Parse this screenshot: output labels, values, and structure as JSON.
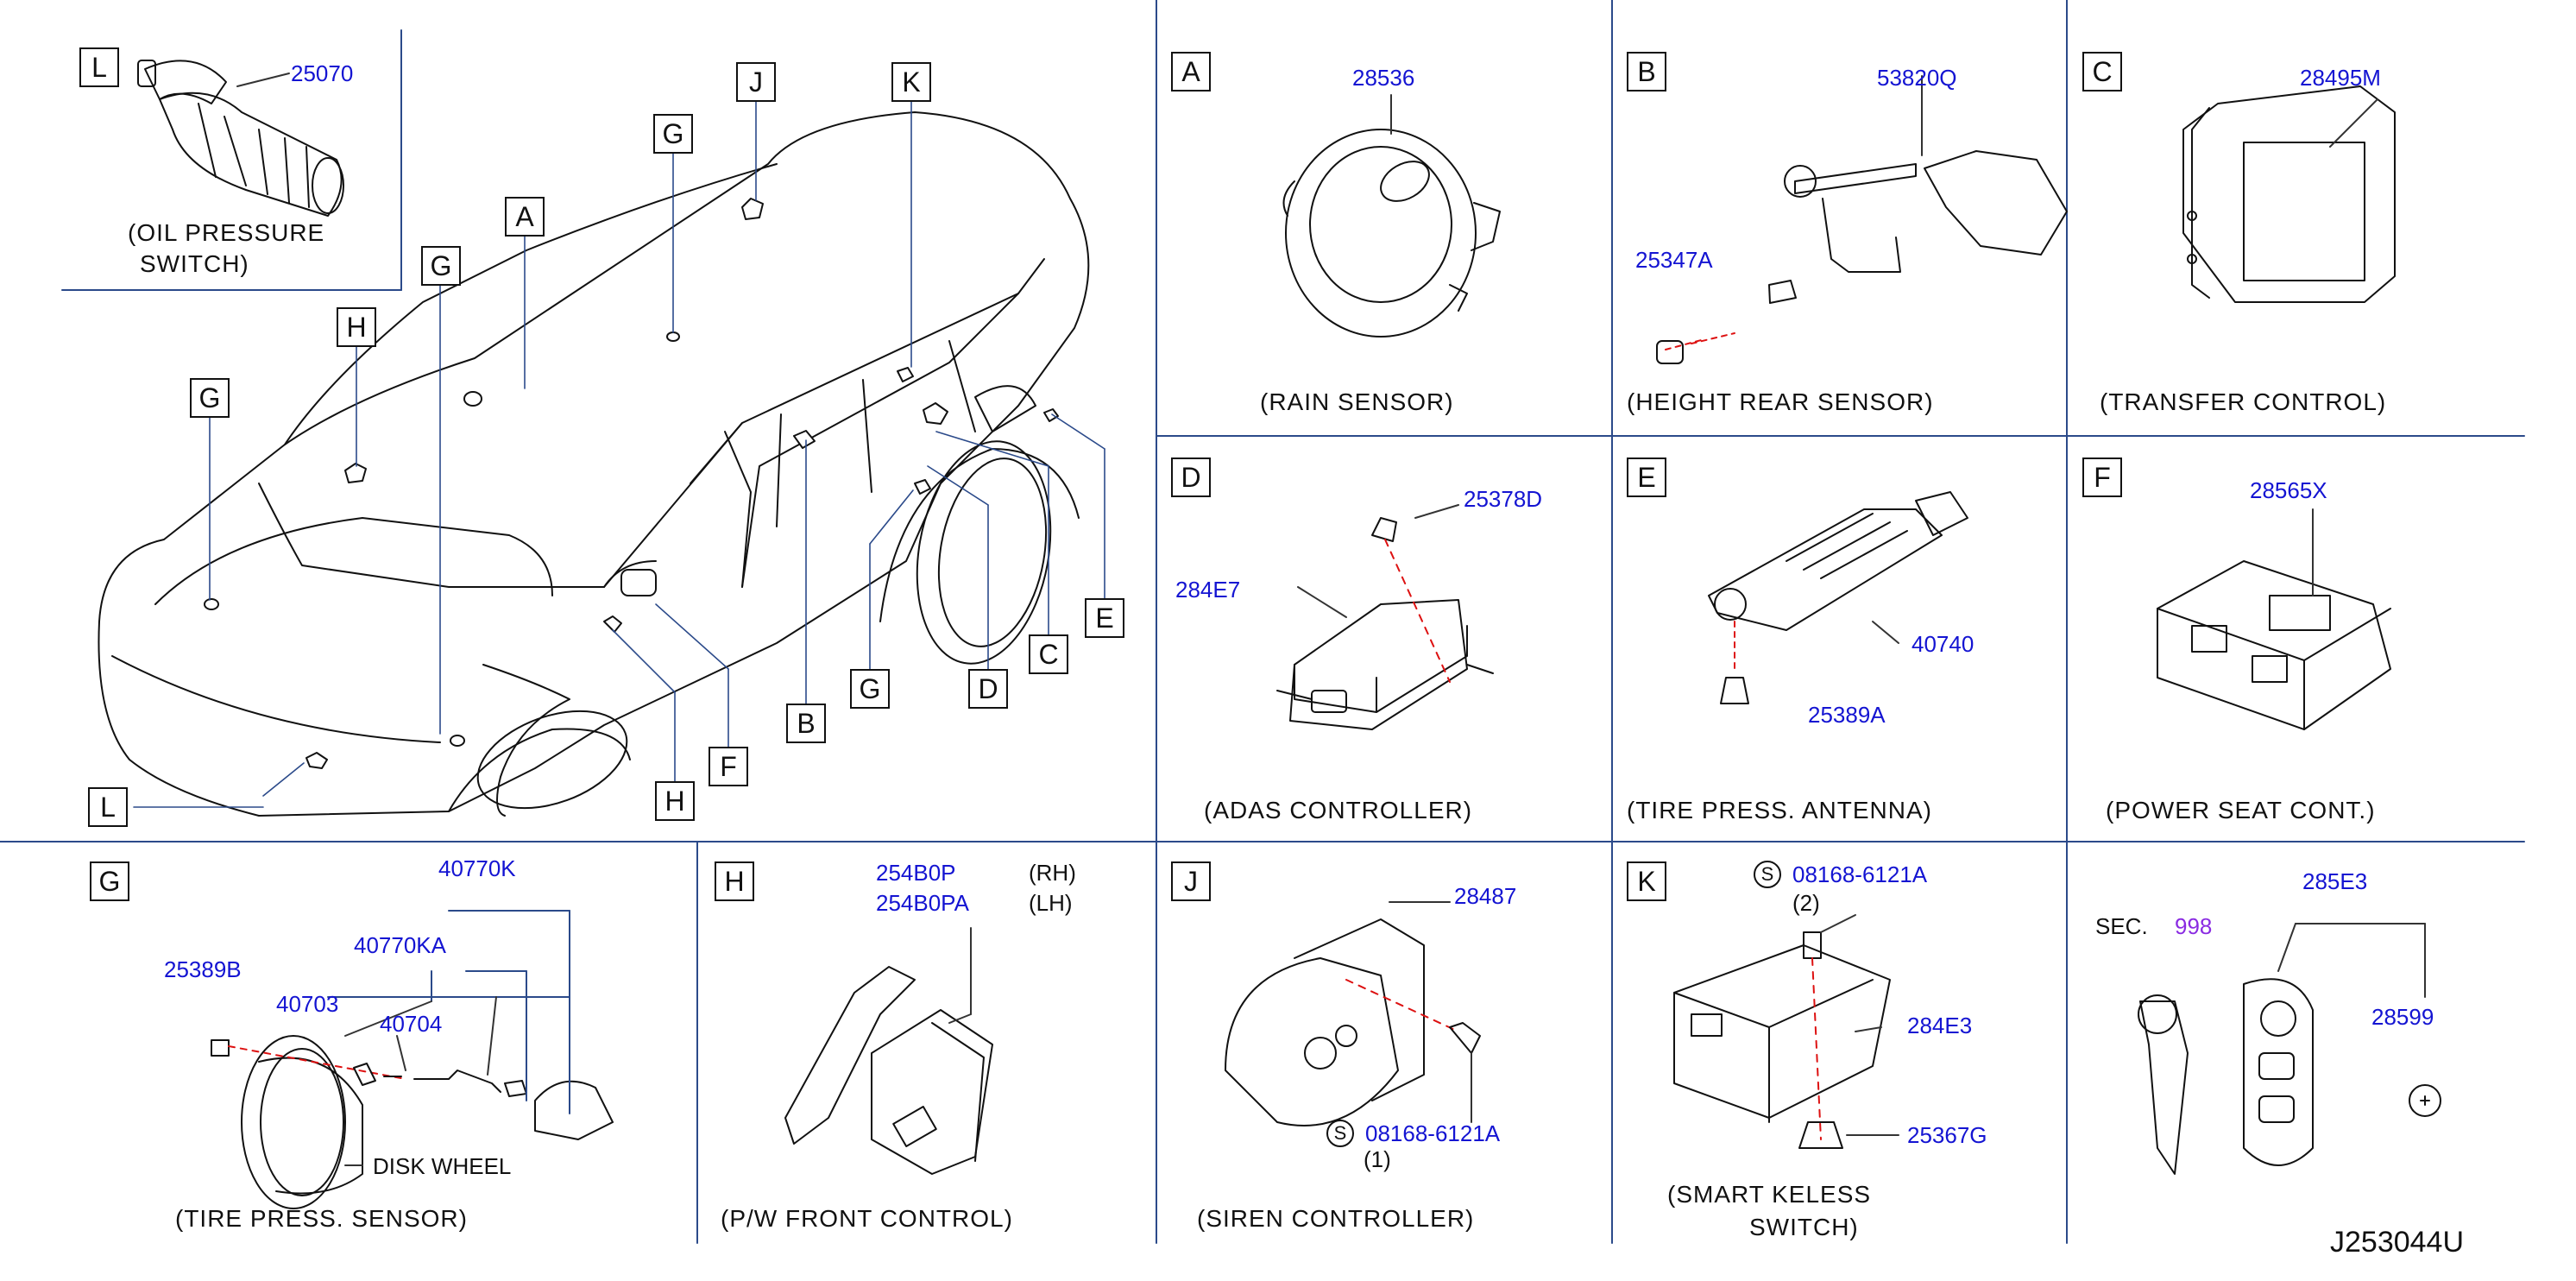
{
  "diagram_id": "J253044U",
  "vehicle_callouts": [
    "L",
    "J",
    "K",
    "G",
    "G",
    "A",
    "H",
    "G",
    "E",
    "C",
    "G",
    "D",
    "B",
    "F",
    "H",
    "L"
  ],
  "panels": {
    "L": {
      "letter": "L",
      "parts": [
        "25070"
      ],
      "caption_line1": "(OIL   PRESSURE",
      "caption_line2": "SWITCH)"
    },
    "A": {
      "letter": "A",
      "parts": [
        "28536"
      ],
      "caption": "(RAIN   SENSOR)"
    },
    "B": {
      "letter": "B",
      "parts": [
        "53820Q",
        "25347A"
      ],
      "caption": "(HEIGHT   REAR   SENSOR)"
    },
    "C": {
      "letter": "C",
      "parts": [
        "28495M"
      ],
      "caption": "(TRANSFER   CONTROL)"
    },
    "D": {
      "letter": "D",
      "parts": [
        "25378D",
        "284E7"
      ],
      "caption": "(ADAS   CONTROLLER)"
    },
    "E": {
      "letter": "E",
      "parts": [
        "40740",
        "25389A"
      ],
      "caption": "(TIRE   PRESS.   ANTENNA)"
    },
    "F": {
      "letter": "F",
      "parts": [
        "28565X"
      ],
      "caption": "(POWER   SEAT   CONT.)"
    },
    "G": {
      "letter": "G",
      "parts": [
        "40770K",
        "40770KA",
        "25389B",
        "40703",
        "40704"
      ],
      "disk_wheel": "DISK   WHEEL",
      "caption": "(TIRE   PRESS.   SENSOR)"
    },
    "H": {
      "letter": "H",
      "parts": [
        "254B0P",
        "254B0PA"
      ],
      "rh": "(RH)",
      "lh": "(LH)",
      "caption": "(P/W   FRONT   CONTROL)"
    },
    "J": {
      "letter": "J",
      "parts": [
        "28487",
        "08168-6121A"
      ],
      "s_mark": "S",
      "qty": "(1)",
      "caption": "(SIREN   CONTROLLER)"
    },
    "K": {
      "letter": "K",
      "parts": [
        "08168-6121A",
        "284E3",
        "25367G"
      ],
      "s_mark": "S",
      "qty": "(2)",
      "caption_line1": "(SMART   KELESS",
      "caption_line2": "SWITCH)"
    },
    "key": {
      "sec_label": "SEC.",
      "sec_num": "998",
      "parts": [
        "285E3",
        "28599"
      ]
    }
  }
}
